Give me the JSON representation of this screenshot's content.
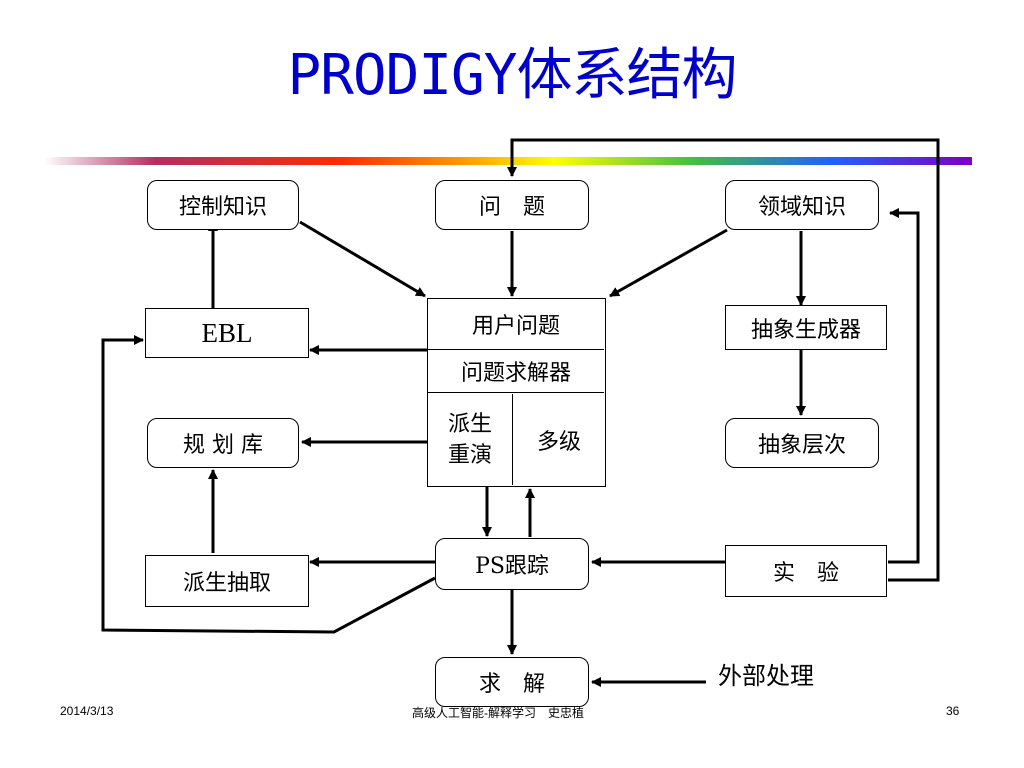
{
  "title": "PRODIGY体系结构",
  "diagram": {
    "nodes": {
      "control_knowledge": "控制知识",
      "problem": "问　题",
      "domain_knowledge": "领域知识",
      "ebl": "EBL",
      "user_problem": "用户问题",
      "problem_solver": "问题求解器",
      "derivation_replay": "派生\n重演",
      "multilevel": "多级",
      "abstraction_generator": "抽象生成器",
      "plan_library": "规 划 库",
      "abstraction_hierarchy": "抽象层次",
      "derivation_extraction": "派生抽取",
      "ps_trace": "PS跟踪",
      "experiment": "实　验",
      "solution": "求　解",
      "external_processing": "外部处理"
    }
  },
  "footer": {
    "date": "2014/3/13",
    "course": "高级人工智能-解释学习　史忠植",
    "page": "36"
  }
}
